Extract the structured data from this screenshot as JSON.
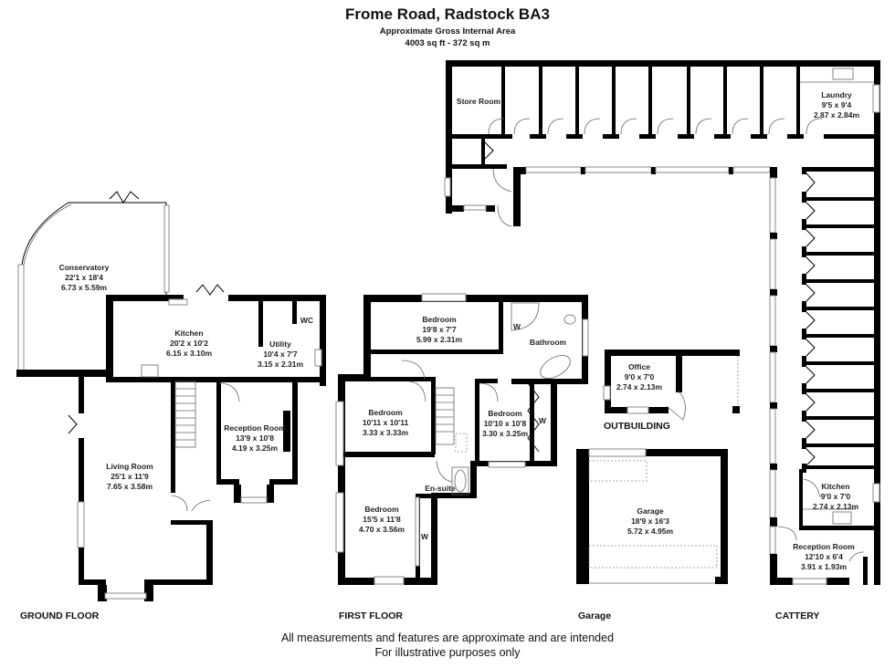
{
  "header": {
    "title": "Frome Road, Radstock BA3",
    "subtitle": "Approximate Gross Internal Area",
    "area": "4003 sq ft - 372 sq m"
  },
  "floors": {
    "ground": {
      "label": "GROUND FLOOR",
      "rooms": [
        {
          "name": "Conservatory",
          "imperial": "22'1 x 18'4",
          "metric": "6.73 x 5.59m"
        },
        {
          "name": "Kitchen",
          "imperial": "20'2 x 10'2",
          "metric": "6.15 x 3.10m"
        },
        {
          "name": "Utility",
          "imperial": "10'4 x 7'7",
          "metric": "3.15 x 2.31m"
        },
        {
          "name": "WC"
        },
        {
          "name": "Living Room",
          "imperial": "25'1 x 11'9",
          "metric": "7.65 x 3.58m"
        },
        {
          "name": "Reception Room",
          "imperial": "13'9 x 10'8",
          "metric": "4.19 x 3.25m"
        }
      ]
    },
    "first": {
      "label": "FIRST FLOOR",
      "rooms": [
        {
          "name": "Bedroom",
          "imperial": "19'8 x 7'7",
          "metric": "5.99 x 2.31m"
        },
        {
          "name": "Bathroom"
        },
        {
          "name": "Bedroom",
          "imperial": "10'11 x 10'11",
          "metric": "3.33 x 3.33m"
        },
        {
          "name": "Bedroom",
          "imperial": "10'10 x 10'8",
          "metric": "3.30 x 3.25m"
        },
        {
          "name": "En-suite"
        },
        {
          "name": "Bedroom",
          "imperial": "15'5 x 11'8",
          "metric": "4.70 x 3.56m"
        }
      ],
      "wardrobe_marker": "W"
    },
    "outbuilding": {
      "label": "OUTBUILDING",
      "rooms": [
        {
          "name": "Office",
          "imperial": "9'0 x 7'0",
          "metric": "2.74 x 2.13m"
        }
      ]
    },
    "garage": {
      "label": "Garage",
      "rooms": [
        {
          "name": "Garage",
          "imperial": "18'9 x 16'3",
          "metric": "5.72 x 4.95m"
        }
      ]
    },
    "cattery": {
      "label": "CATTERY",
      "rooms": [
        {
          "name": "Store Room"
        },
        {
          "name": "Laundry",
          "imperial": "9'5 x 9'4",
          "metric": "2.87 x 2.84m"
        },
        {
          "name": "Kitchen",
          "imperial": "9'0 x 7'0",
          "metric": "2.74 x 2.13m"
        },
        {
          "name": "Reception Room",
          "imperial": "12'10 x 6'4",
          "metric": "3.91 x 1.93m"
        }
      ]
    }
  },
  "footer": {
    "line1": "All measurements and features are approximate and are intended",
    "line2": "For illustrative purposes only"
  }
}
